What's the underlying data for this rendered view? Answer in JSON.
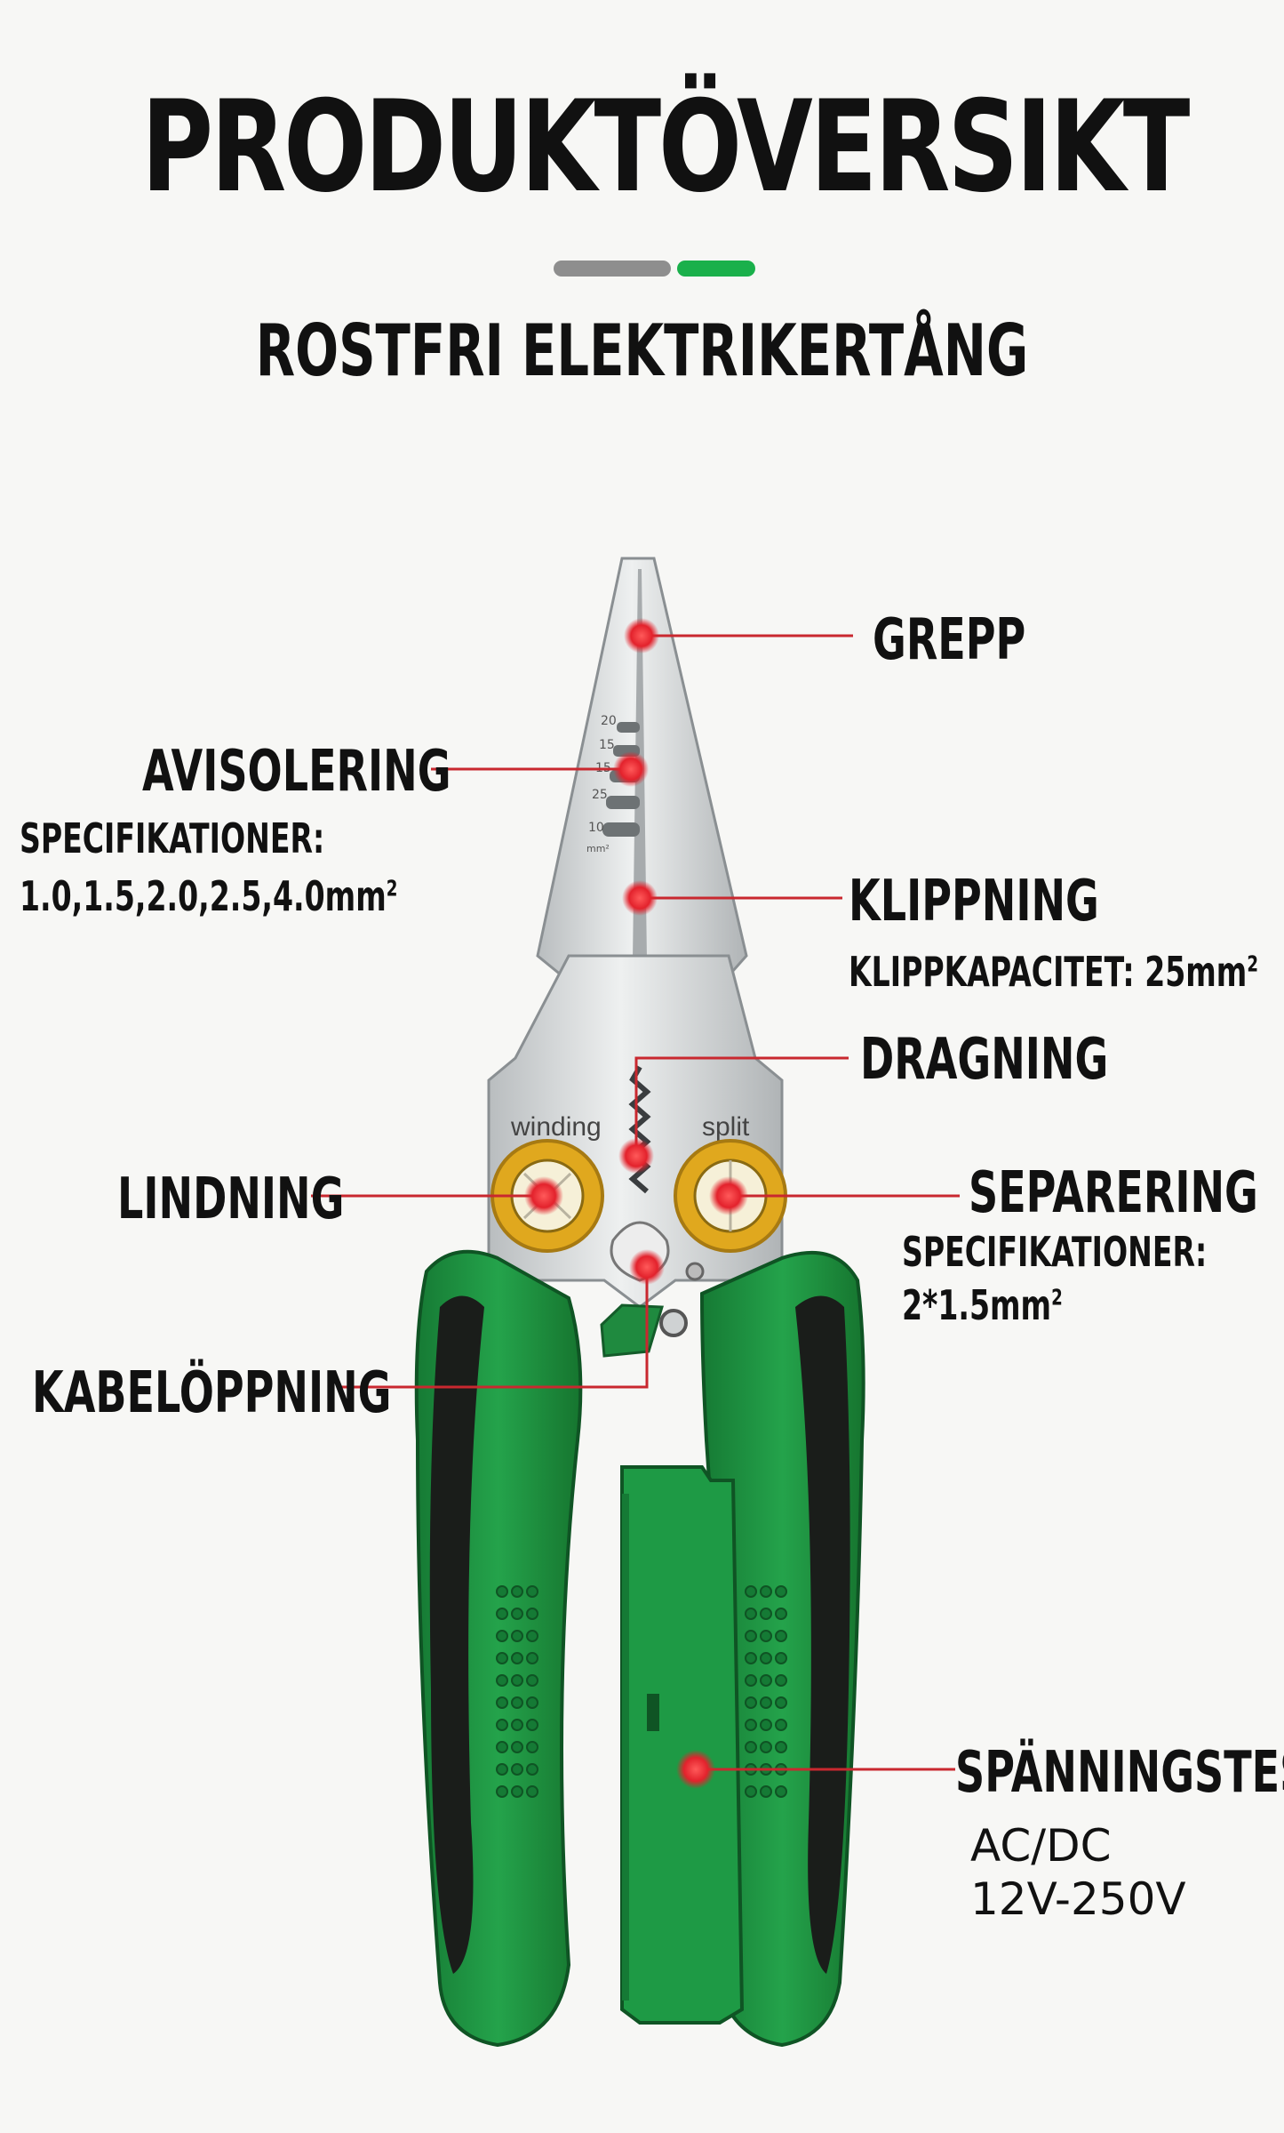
{
  "header": {
    "title": "PRODUKTÖVERSIKT",
    "subtitle": "ROSTFRI ELEKTRIKERTÅNG",
    "divider_colors": [
      "#8e8e8e",
      "#1ab04b"
    ]
  },
  "product": {
    "print_winding": "winding",
    "print_split": "split",
    "scale_marks": [
      "20",
      "15",
      "15",
      "25",
      "10",
      "mm²"
    ],
    "colors": {
      "handle_green": "#1d9140",
      "handle_dark": "#1a1d1a",
      "steel": "#d7d9da",
      "ring_gold": "#e0a81e",
      "marker_red": "#e3222c"
    }
  },
  "callouts": {
    "grepp": {
      "label": "GREPP"
    },
    "avisolering": {
      "label": "AVISOLERING",
      "spec_title": "SPECIFIKATIONER:",
      "spec_value": "1.0,1.5,2.0,2.5,4.0mm",
      "spec_sup": "2"
    },
    "klippning": {
      "label": "KLIPPNING",
      "spec_title": "KLIPPKAPACITET: 25mm",
      "spec_sup": "2"
    },
    "dragning": {
      "label": "DRAGNING"
    },
    "lindning": {
      "label": "LINDNING"
    },
    "separering": {
      "label": "SEPARERING",
      "spec_title": "SPECIFIKATIONER:",
      "spec_value": "2*1.5mm",
      "spec_sup": "2"
    },
    "kabeloppning": {
      "label": "KABELÖPPNING"
    },
    "spanningstest": {
      "label": "SPÄNNINGSTEST",
      "line1": "AC/DC",
      "line2": "12V-250V"
    }
  }
}
